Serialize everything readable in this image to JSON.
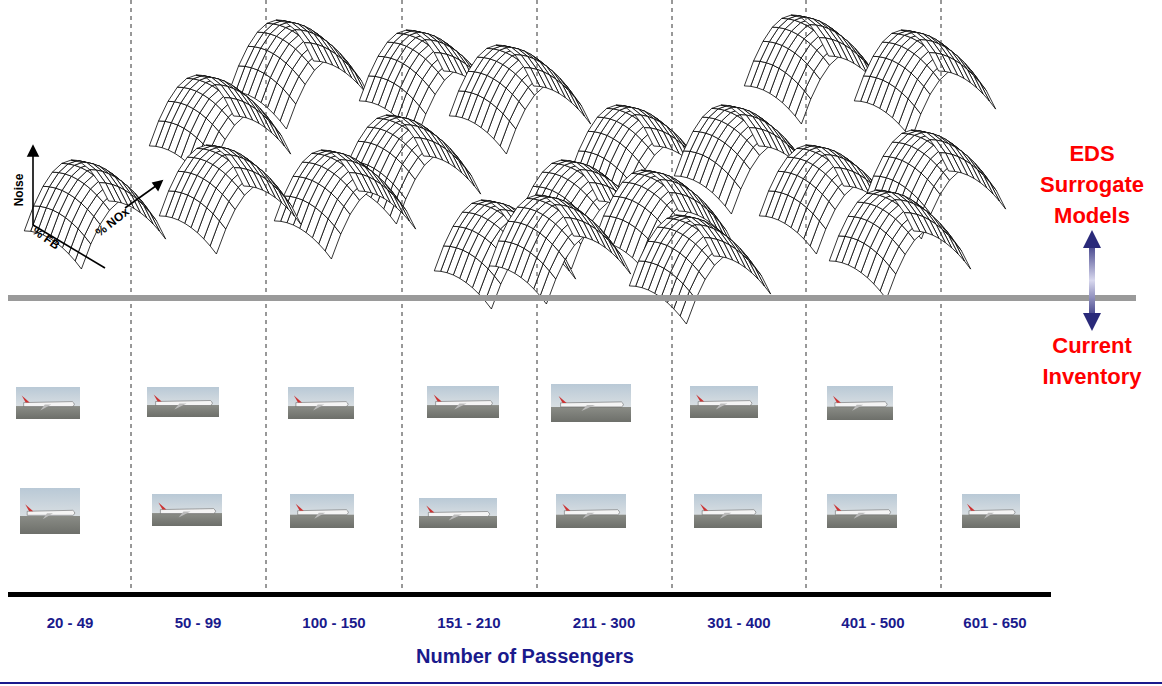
{
  "diagram": {
    "nodes": [
      {
        "text": [
          "EDS Surrogate Models"
        ]
      },
      {
        "text": [
          "Current Inventory"
        ]
      }
    ],
    "edges": [
      {
        "from": 0,
        "to": 1,
        "arrow": "both"
      }
    ],
    "labels": [
      "Noise",
      "% FB",
      "% NOx",
      "20 - 49",
      "50 - 99",
      "100 - 150",
      "151 - 210",
      "211 - 300",
      "301 - 400",
      "401 - 500",
      "601 - 650",
      "Number of Passengers"
    ]
  }
}
